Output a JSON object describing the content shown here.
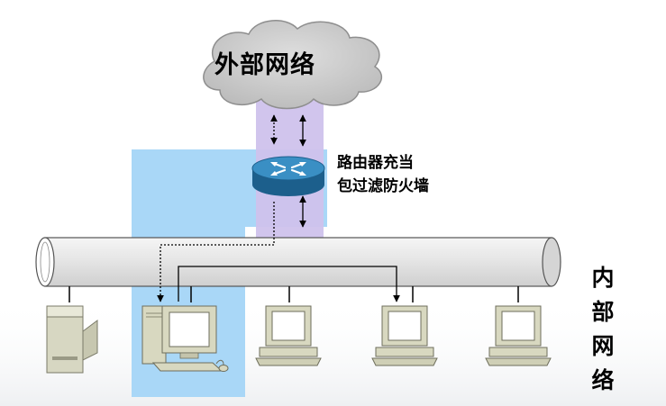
{
  "cloud": {
    "label": "外部网络"
  },
  "router": {
    "caption_line1": "路由器充当",
    "caption_line2": "包过滤防火墙"
  },
  "internal_network": {
    "label": "内部网络"
  },
  "colors": {
    "bastion_zone": "#a9d7f7",
    "router_channel": "#cfc2ec",
    "cloud_fill": "#cacaca",
    "router_fill": "#2e7fb2",
    "pipe_fill": "#e2e2e2",
    "pc_beige": "#d8d8c0"
  },
  "icons": [
    "cloud-icon",
    "router-icon",
    "network-pipe",
    "printer-icon",
    "workstation-icon",
    "desktop-pc-icon"
  ]
}
